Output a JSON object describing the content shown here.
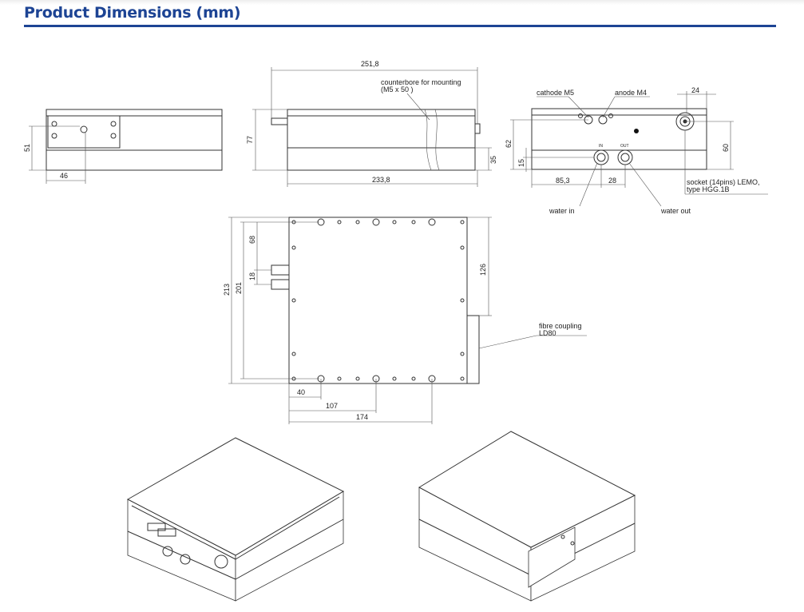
{
  "header": {
    "title": "Product Dimensions (mm)"
  },
  "side_view_left": {
    "height": "51",
    "offset": "46"
  },
  "front_view": {
    "overall_length": "251,8",
    "counterbore_line1": "counterbore for mounting",
    "counterbore_line2": "(M5 x 50 )",
    "height": "77",
    "base_height": "35",
    "body_length": "233,8"
  },
  "rear_view": {
    "cathode": "cathode M5",
    "anode": "anode M4",
    "socket_offset": "24",
    "height_left": "62",
    "water_height": "15",
    "height_right": "60",
    "water_in_offset": "85,3",
    "water_spacing": "28",
    "in_label": "IN",
    "out_label": "OUT",
    "socket_line1": "socket (14pins) LEMO,",
    "socket_line2": "type HGG.1B",
    "water_in": "water in",
    "water_out": "water out"
  },
  "top_view": {
    "depth": "213",
    "hole_span": "201",
    "offset_68": "68",
    "offset_18": "18",
    "fibre_offset": "126",
    "fibre_line1": "fibre coupling",
    "fibre_line2": "LD80",
    "hole_40": "40",
    "hole_107": "107",
    "hole_174": "174"
  }
}
